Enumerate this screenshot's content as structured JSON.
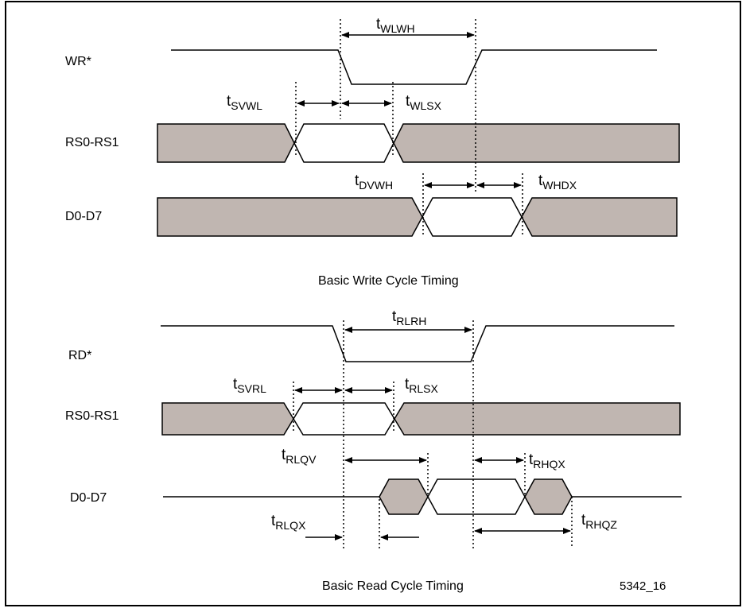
{
  "colors": {
    "bus_fill": "#c0b6b1",
    "line": "#000000",
    "background": "#ffffff"
  },
  "write": {
    "signals": {
      "wr": "WR*",
      "rs": "RS0-RS1",
      "data": "D0-D7"
    },
    "params": {
      "wlwh": {
        "t": "t",
        "sub": "WLWH"
      },
      "svwl": {
        "t": "t",
        "sub": "SVWL"
      },
      "wlsx": {
        "t": "t",
        "sub": "WLSX"
      },
      "dvwh": {
        "t": "t",
        "sub": "DVWH"
      },
      "whdx": {
        "t": "t",
        "sub": "WHDX"
      }
    },
    "caption": "Basic Write Cycle Timing"
  },
  "read": {
    "signals": {
      "rd": "RD*",
      "rs": "RS0-RS1",
      "data": "D0-D7"
    },
    "params": {
      "rlrh": {
        "t": "t",
        "sub": "RLRH"
      },
      "svrl": {
        "t": "t",
        "sub": "SVRL"
      },
      "rlsx": {
        "t": "t",
        "sub": "RLSX"
      },
      "rlqv": {
        "t": "t",
        "sub": "RLQV"
      },
      "rhqx": {
        "t": "t",
        "sub": "RHQX"
      },
      "rlqx": {
        "t": "t",
        "sub": "RLQX"
      },
      "rhqz": {
        "t": "t",
        "sub": "RHQZ"
      }
    },
    "caption": "Basic Read Cycle Timing"
  },
  "figure_id": "5342_16"
}
